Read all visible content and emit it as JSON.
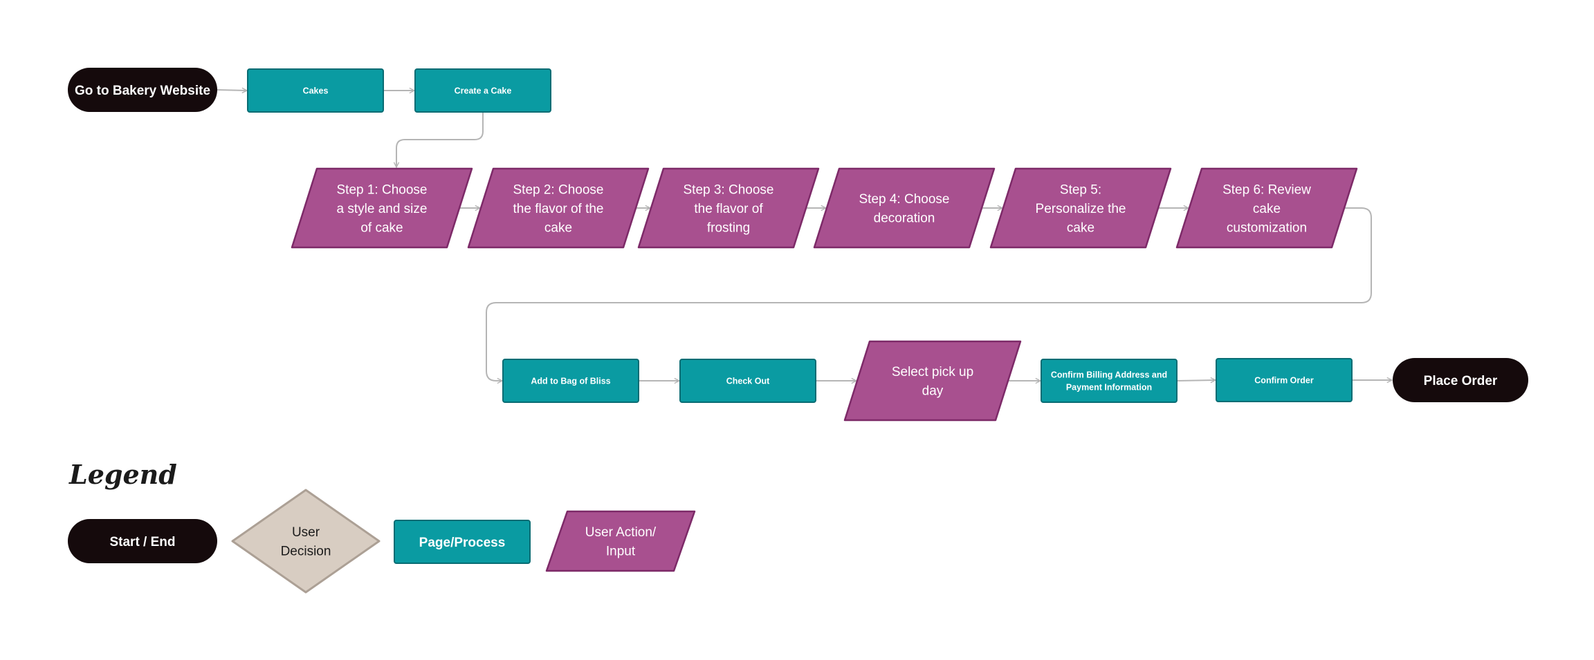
{
  "colors": {
    "terminal_fill": "#150a0c",
    "process_fill": "#0a9ba2",
    "process_stroke": "#076c73",
    "action_fill": "#a8508f",
    "action_stroke": "#7d2a68",
    "decision_fill": "#d8cdc2",
    "decision_stroke": "#aca095",
    "connector": "#b5b5b5",
    "light_text": "#ffffff",
    "dark_text": "#1b1b1b"
  },
  "nodes": {
    "start": {
      "type": "terminal",
      "lines": [
        "Go to Bakery Website"
      ]
    },
    "cakes": {
      "type": "process",
      "lines": [
        "Cakes"
      ]
    },
    "create": {
      "type": "process",
      "lines": [
        "Create a Cake"
      ]
    },
    "step1": {
      "type": "action",
      "lines": [
        "Step 1: Choose",
        "a style and size",
        "of cake"
      ]
    },
    "step2": {
      "type": "action",
      "lines": [
        "Step 2: Choose",
        "the flavor of the",
        "cake"
      ]
    },
    "step3": {
      "type": "action",
      "lines": [
        "Step 3: Choose",
        "the flavor of",
        "frosting"
      ]
    },
    "step4": {
      "type": "action",
      "lines": [
        "Step 4: Choose",
        "decoration"
      ]
    },
    "step5": {
      "type": "action",
      "lines": [
        "Step 5:",
        "Personalize the",
        "cake"
      ]
    },
    "step6": {
      "type": "action",
      "lines": [
        "Step 6: Review",
        "cake",
        "customization"
      ]
    },
    "bag": {
      "type": "process",
      "lines": [
        "Add to Bag of Bliss"
      ]
    },
    "checkout": {
      "type": "process",
      "lines": [
        "Check Out"
      ]
    },
    "pickup": {
      "type": "action",
      "lines": [
        "Select pick up",
        "day"
      ]
    },
    "billing": {
      "type": "process",
      "lines": [
        "Confirm Billing Address and",
        "Payment Information"
      ]
    },
    "confirm": {
      "type": "process",
      "lines": [
        "Confirm Order"
      ]
    },
    "place": {
      "type": "terminal",
      "lines": [
        "Place Order"
      ]
    }
  },
  "edges": [
    {
      "from": "start",
      "to": "cakes"
    },
    {
      "from": "cakes",
      "to": "create"
    },
    {
      "from": "create",
      "to": "step1"
    },
    {
      "from": "step1",
      "to": "step2"
    },
    {
      "from": "step2",
      "to": "step3"
    },
    {
      "from": "step3",
      "to": "step4"
    },
    {
      "from": "step4",
      "to": "step5"
    },
    {
      "from": "step5",
      "to": "step6"
    },
    {
      "from": "step6",
      "to": "bag"
    },
    {
      "from": "bag",
      "to": "checkout"
    },
    {
      "from": "checkout",
      "to": "pickup"
    },
    {
      "from": "pickup",
      "to": "billing"
    },
    {
      "from": "billing",
      "to": "confirm"
    },
    {
      "from": "confirm",
      "to": "place"
    }
  ],
  "legend": {
    "title": "Legend",
    "items": [
      {
        "type": "terminal",
        "lines": [
          "Start / End"
        ]
      },
      {
        "type": "decision",
        "lines": [
          "User",
          "Decision"
        ]
      },
      {
        "type": "process",
        "lines": [
          "Page/Process"
        ]
      },
      {
        "type": "action",
        "lines": [
          "User Action/",
          "Input"
        ]
      }
    ]
  }
}
